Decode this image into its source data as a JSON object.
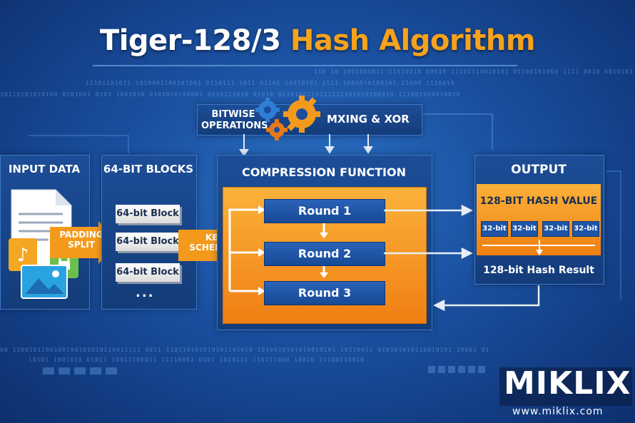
{
  "title": {
    "part1": "Tiger-128/3",
    "part2": "Hash Algorithm"
  },
  "operations": {
    "bitwise": "BITWISE OPERATIONS",
    "mixing": "MXING & XOR"
  },
  "input": {
    "heading": "INPUT DATA",
    "arrow_label": "PADDING SPLIT"
  },
  "blocks": {
    "heading": "64-BIT BLOCKS",
    "items": [
      "64-bit Block",
      "64-bit Block",
      "64-bit Block"
    ],
    "more": "..."
  },
  "key_schedule": "KEY SCHEDULE",
  "compression": {
    "heading": "COMPRESSION FUNCTION",
    "rounds": [
      "Round 1",
      "Round 2",
      "Round 3"
    ]
  },
  "output": {
    "heading": "OUTPUT",
    "hash_value": "128-BIT HASH VALUE",
    "chips": [
      "32-bit",
      "32-bit",
      "32-bit",
      "32-bit"
    ],
    "result": "128-bit Hash Result"
  },
  "watermark": {
    "brand": "MIKLIX",
    "url": "www.miklix.com"
  },
  "binary": {
    "row1": "11101101011 1010001100101001 0110111 1011 01101 10010101 1111 1001010100101 11000 1110010",
    "row2": "10101 1001010 01011 10011100011 11110001 0101 1010111 110111000 10010 11100110010",
    "row3": "10110101010100 0101001 0101 1001010 0101010100001 0010111010 01010 0110100110111111101010100010 111001000010010",
    "row4": "00 1100101100100100101010110011111 0011 110110101010101101010 1010010101010010101 10110011 010101010110010101 10001 01",
    "row5": "110 10 1001000011 11010110 00010 11101110010101 01100101000 1111 0010 0010101"
  },
  "colors": {
    "accent_orange": "#f7a21b",
    "panel_blue": "#1c4d96",
    "round_blue": "#174a95"
  }
}
